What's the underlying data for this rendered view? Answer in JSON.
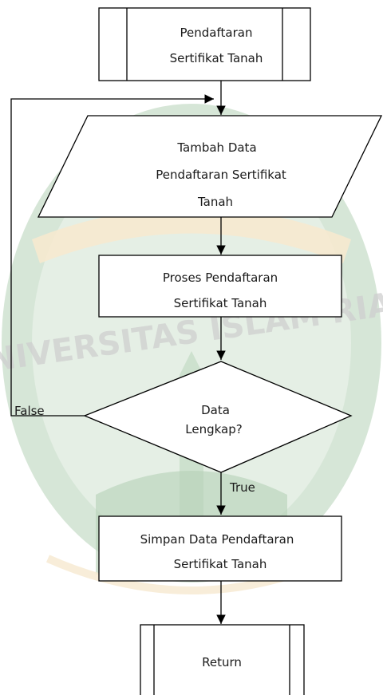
{
  "watermark": {
    "text": "UNIVERSITAS ISLAM RIAU",
    "primary_color": "#2e7d32",
    "accent_color": "#e8c27a"
  },
  "flowchart": {
    "start": {
      "line1": "Pendaftaran",
      "line2": "Sertifikat Tanah"
    },
    "input": {
      "line1": "Tambah Data",
      "line2": "Pendaftaran Sertifikat",
      "line3": "Tanah"
    },
    "process": {
      "line1": "Proses Pendaftaran",
      "line2": "Sertifikat Tanah"
    },
    "decision": {
      "line1": "Data",
      "line2": "Lengkap?"
    },
    "save": {
      "line1": "Simpan Data Pendaftaran",
      "line2": "Sertifikat Tanah"
    },
    "end": {
      "label": "Return"
    },
    "labels": {
      "false": "False",
      "true": "True"
    }
  }
}
